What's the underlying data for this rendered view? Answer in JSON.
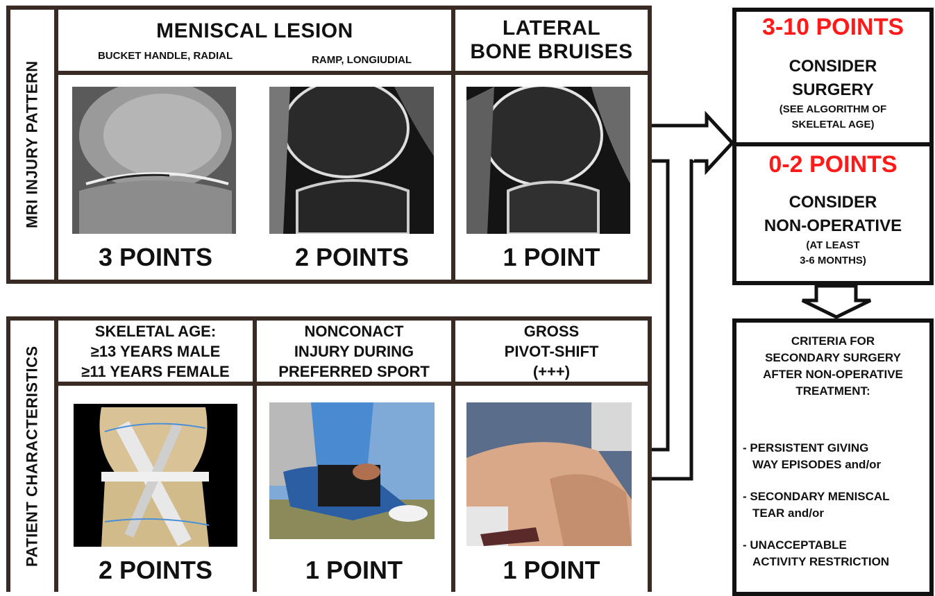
{
  "mri": {
    "side_label": "MRI INJURY PATTERN",
    "meniscal_title": "MENISCAL LESION",
    "meniscal_sub_left": "BUCKET HANDLE, RADIAL",
    "meniscal_sub_right": "RAMP, LONGIUDIAL",
    "lateral_line1": "LATERAL",
    "lateral_line2": "BONE BRUISES",
    "points_1": "3 POINTS",
    "points_2": "2 POINTS",
    "points_3": "1 POINT"
  },
  "patient": {
    "side_label": "PATIENT CHARACTERISTICS",
    "col1_line1": "SKELETAL AGE:",
    "col1_line2": "≥13 YEARS MALE",
    "col1_line3": "≥11 YEARS FEMALE",
    "col2_line1": "NONCONACT",
    "col2_line2": "INJURY DURING",
    "col2_line3": "PREFERRED SPORT",
    "col3_line1": "GROSS",
    "col3_line2": "PIVOT-SHIFT",
    "col3_line3": "(+++)",
    "points_1": "2 POINTS",
    "points_2": "1 POINT",
    "points_3": "1 POINT"
  },
  "outcome_surgery": {
    "points": "3-10 POINTS",
    "line1": "CONSIDER",
    "line2": "SURGERY",
    "note1": "(SEE ALGORITHM OF",
    "note2": "SKELETAL AGE)"
  },
  "outcome_nonop": {
    "points": "0-2 POINTS",
    "line1": "CONSIDER",
    "line2": "NON-OPERATIVE",
    "note1": "(AT LEAST",
    "note2": "3-6 MONTHS)"
  },
  "criteria": {
    "title1": "CRITERIA FOR",
    "title2": "SECONDARY SURGERY",
    "title3": "AFTER NON-OPERATIVE",
    "title4": "TREATMENT:",
    "item1_line1": "- PERSISTENT GIVING",
    "item1_line2": "WAY EPISODES and/or",
    "item2_line1": "- SECONDARY MENISCAL",
    "item2_line2": "TEAR and/or",
    "item3_line1": "- UNACCEPTABLE",
    "item3_line2": "ACTIVITY RESTRICTION"
  },
  "colors": {
    "border": "#3a2a24",
    "points_red": "#ff1a1a"
  }
}
